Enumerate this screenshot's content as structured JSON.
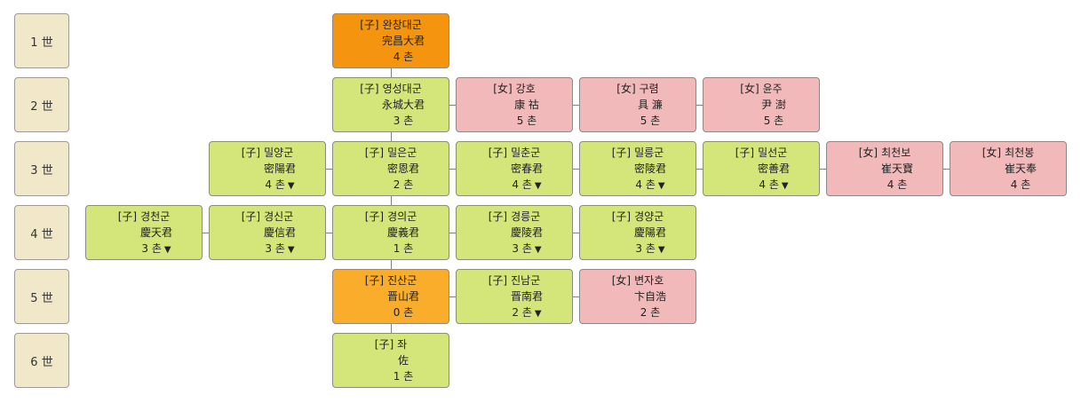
{
  "generations": [
    "1 世",
    "2 世",
    "3 世",
    "4 世",
    "5 世",
    "6 世"
  ],
  "nodes": [
    {
      "id": "n1",
      "row": 0,
      "col": 3,
      "type": "[子]",
      "name": "완창대군",
      "hanja": "完昌大君",
      "chon": "4 촌",
      "expand": false,
      "color": "orange-dark"
    },
    {
      "id": "n2a",
      "row": 1,
      "col": 3,
      "type": "[子]",
      "name": "영성대군",
      "hanja": "永城大君",
      "chon": "3 촌",
      "expand": false,
      "color": "green"
    },
    {
      "id": "n2b",
      "row": 1,
      "col": 4,
      "type": "[女]",
      "name": "강호",
      "hanja": "康 祜",
      "chon": "5 촌",
      "expand": false,
      "color": "pink"
    },
    {
      "id": "n2c",
      "row": 1,
      "col": 5,
      "type": "[女]",
      "name": "구렴",
      "hanja": "具 濂",
      "chon": "5 촌",
      "expand": false,
      "color": "pink"
    },
    {
      "id": "n2d",
      "row": 1,
      "col": 6,
      "type": "[女]",
      "name": "윤주",
      "hanja": "尹 澍",
      "chon": "5 촌",
      "expand": false,
      "color": "pink"
    },
    {
      "id": "n3a",
      "row": 2,
      "col": 2,
      "type": "[子]",
      "name": "밀양군",
      "hanja": "密陽君",
      "chon": "4 촌",
      "expand": true,
      "color": "green"
    },
    {
      "id": "n3b",
      "row": 2,
      "col": 3,
      "type": "[子]",
      "name": "밀은군",
      "hanja": "密恩君",
      "chon": "2 촌",
      "expand": false,
      "color": "green"
    },
    {
      "id": "n3c",
      "row": 2,
      "col": 4,
      "type": "[子]",
      "name": "밀춘군",
      "hanja": "密春君",
      "chon": "4 촌",
      "expand": true,
      "color": "green"
    },
    {
      "id": "n3d",
      "row": 2,
      "col": 5,
      "type": "[子]",
      "name": "밀릉군",
      "hanja": "密陵君",
      "chon": "4 촌",
      "expand": true,
      "color": "green"
    },
    {
      "id": "n3e",
      "row": 2,
      "col": 6,
      "type": "[子]",
      "name": "밀선군",
      "hanja": "密善君",
      "chon": "4 촌",
      "expand": true,
      "color": "green"
    },
    {
      "id": "n3f",
      "row": 2,
      "col": 7,
      "type": "[女]",
      "name": "최천보",
      "hanja": "崔天寶",
      "chon": "4 촌",
      "expand": false,
      "color": "pink"
    },
    {
      "id": "n3g",
      "row": 2,
      "col": 8,
      "type": "[女]",
      "name": "최천봉",
      "hanja": "崔天奉",
      "chon": "4 촌",
      "expand": false,
      "color": "pink"
    },
    {
      "id": "n4a",
      "row": 3,
      "col": 1,
      "type": "[子]",
      "name": "경천군",
      "hanja": "慶天君",
      "chon": "3 촌",
      "expand": true,
      "color": "green"
    },
    {
      "id": "n4b",
      "row": 3,
      "col": 2,
      "type": "[子]",
      "name": "경신군",
      "hanja": "慶信君",
      "chon": "3 촌",
      "expand": true,
      "color": "green"
    },
    {
      "id": "n4c",
      "row": 3,
      "col": 3,
      "type": "[子]",
      "name": "경의군",
      "hanja": "慶義君",
      "chon": "1 촌",
      "expand": false,
      "color": "green"
    },
    {
      "id": "n4d",
      "row": 3,
      "col": 4,
      "type": "[子]",
      "name": "경릉군",
      "hanja": "慶陵君",
      "chon": "3 촌",
      "expand": true,
      "color": "green"
    },
    {
      "id": "n4e",
      "row": 3,
      "col": 5,
      "type": "[子]",
      "name": "경양군",
      "hanja": "慶陽君",
      "chon": "3 촌",
      "expand": true,
      "color": "green"
    },
    {
      "id": "n5a",
      "row": 4,
      "col": 3,
      "type": "[子]",
      "name": "진산군",
      "hanja": "晋山君",
      "chon": "0 촌",
      "expand": false,
      "color": "orange"
    },
    {
      "id": "n5b",
      "row": 4,
      "col": 4,
      "type": "[子]",
      "name": "진남군",
      "hanja": "晋南君",
      "chon": "2 촌",
      "expand": true,
      "color": "green"
    },
    {
      "id": "n5c",
      "row": 4,
      "col": 5,
      "type": "[女]",
      "name": "변자호",
      "hanja": "卞自浩",
      "chon": "2 촌",
      "expand": false,
      "color": "pink"
    },
    {
      "id": "n6a",
      "row": 5,
      "col": 3,
      "type": "[子]",
      "name": "좌",
      "hanja": "佐",
      "chon": "1 촌",
      "expand": false,
      "color": "green"
    }
  ],
  "expand_glyph": "▼"
}
